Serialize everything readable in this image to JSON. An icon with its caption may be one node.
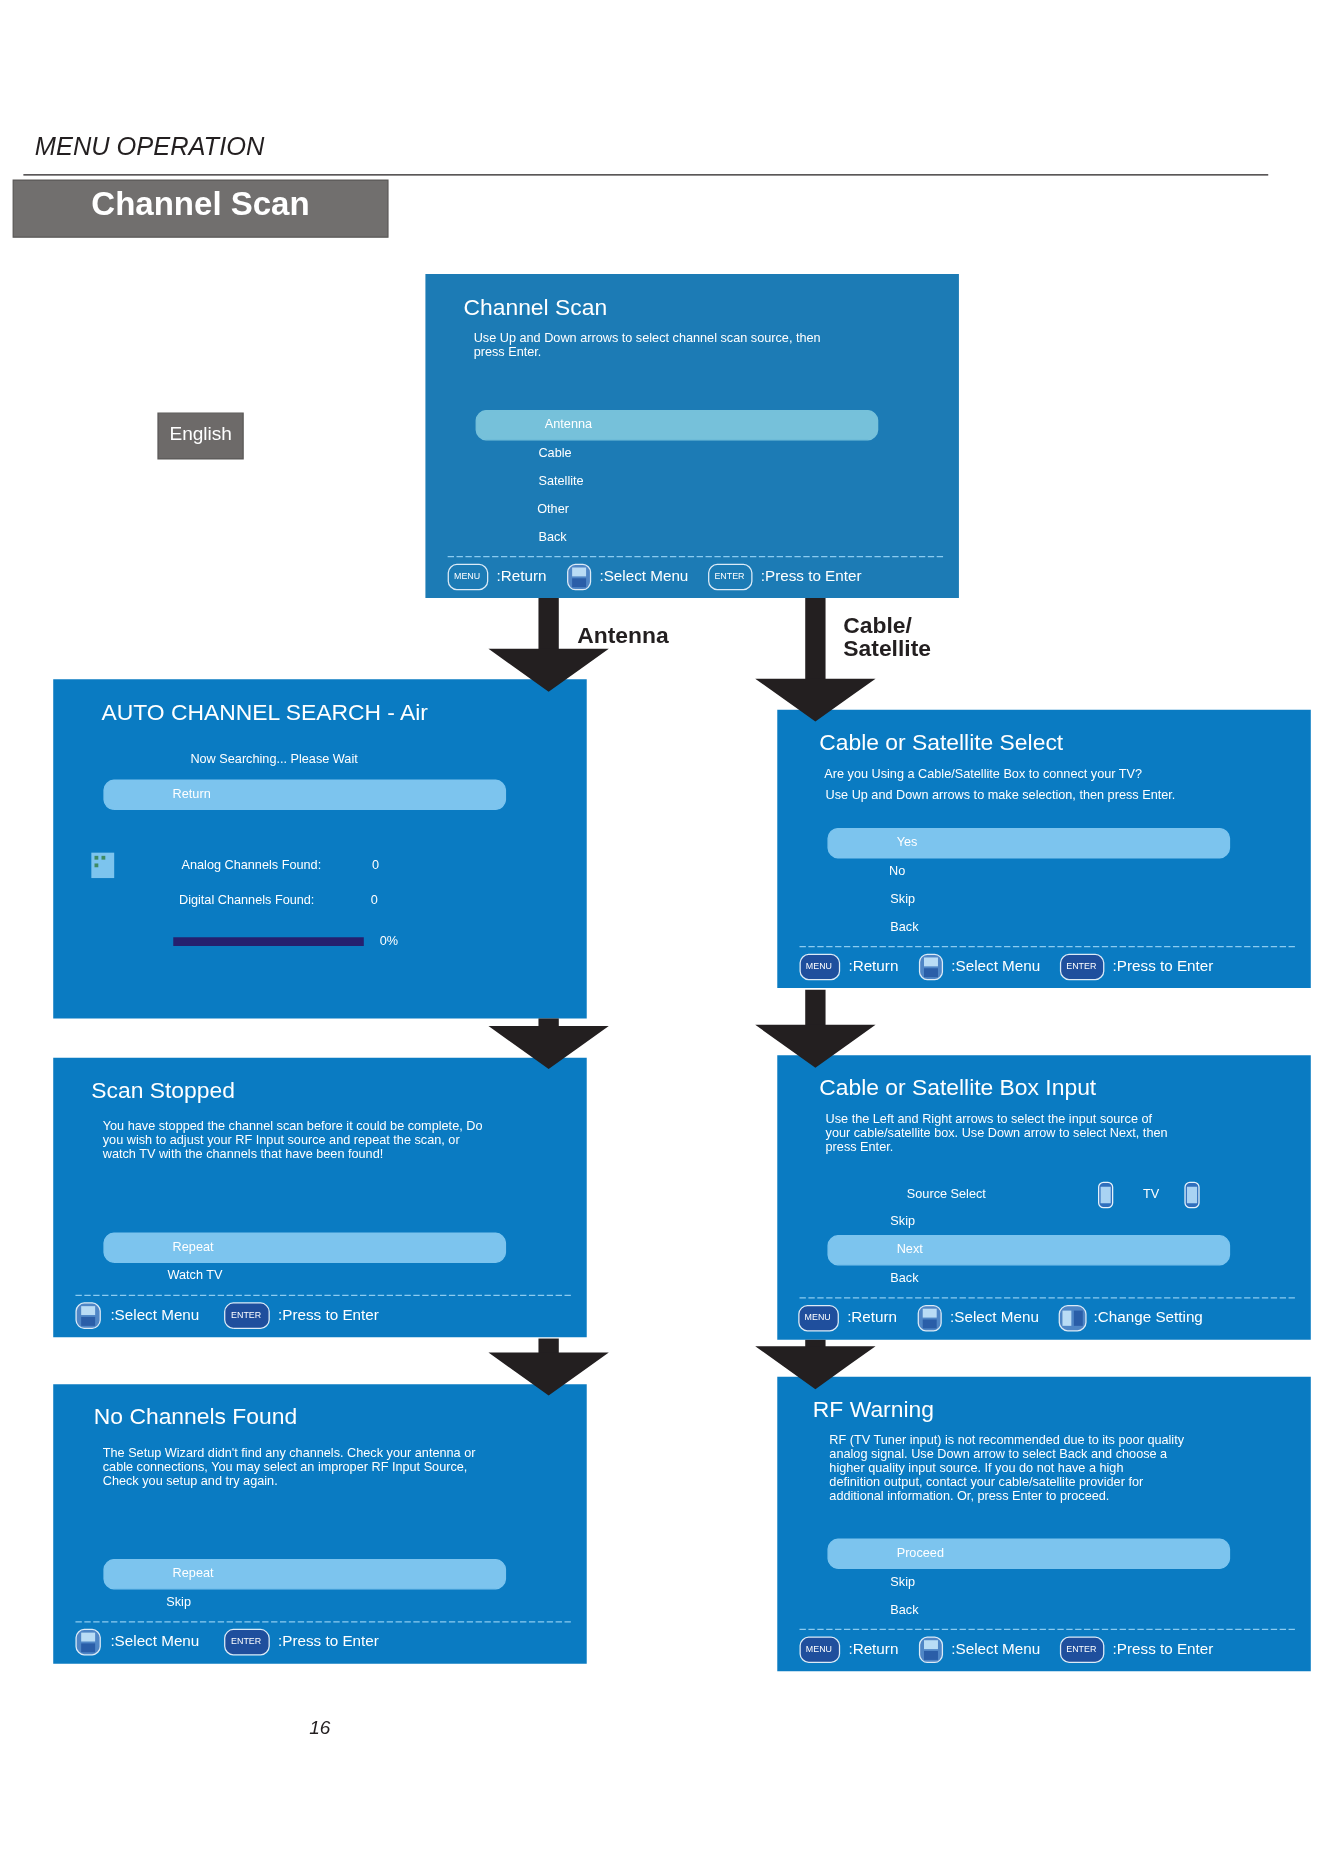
{
  "diagram": {
    "title": "MENU OPERATION",
    "nodes": [
      {
        "text": [
          "Channel Scan"
        ]
      },
      {
        "text": [
          "Channel Scan",
          "Use Up and Down arrows to select channel scan source, then press Enter.",
          "Antenna",
          "Cable",
          "Satellite",
          "Other",
          "Back",
          "MENU",
          ":Return",
          ":Select Menu",
          "ENTER",
          ":Press to Enter"
        ]
      },
      {
        "text": [
          "English"
        ]
      },
      {
        "text": [
          "AUTO CHANNEL SEARCH - Air",
          "Now Searching... Please Wait",
          "Return",
          "Analog Channels Found:",
          "0",
          "Digital Channels Found:",
          "0",
          "0%"
        ]
      },
      {
        "text": [
          "Cable or Satellite Select",
          "Are you Using a Cable/Satellite Box to connect your TV?",
          "Use Up and Down arrows to make selection, then press Enter.",
          "Yes",
          "No",
          "Skip",
          "Back",
          "MENU",
          ":Return",
          ":Select Menu",
          "ENTER",
          ":Press to Enter"
        ]
      },
      {
        "text": [
          "Scan Stopped",
          "You have stopped the channel scan before it could be complete, Do you wish to adjust your RF Input source and repeat the scan, or watch TV with the channels that have been found!",
          "Repeat",
          "Watch TV",
          ":Select Menu",
          "ENTER",
          ":Press to Enter"
        ]
      },
      {
        "text": [
          "Cable or Satellite Box Input",
          "Use the Left and Right arrows to select the input source of your cable/satellite box. Use Down arrow to select Next, then press Enter.",
          "Source Select",
          "TV",
          "Skip",
          "Next",
          "Back",
          "MENU",
          ":Return",
          ":Select Menu",
          ":Change Setting"
        ]
      },
      {
        "text": [
          "No Channels Found",
          "The Setup Wizard didn't find any channels. Check your antenna or cable connections, You may select an improper RF Input Source, Check you setup and try again.",
          "Repeat",
          "Skip",
          ":Select Menu",
          "ENTER",
          ":Press to Enter"
        ]
      },
      {
        "text": [
          "RF Warning",
          "RF (TV Tuner input) is not recommended due to its poor quality analog signal. Use Down arrow to select Back and choose a higher quality input source. If you do not have a high definition output, contact your cable/satellite provider for additional information. Or, press Enter to proceed.",
          "Proceed",
          "Skip",
          "Back",
          "MENU",
          ":Return",
          ":Select Menu",
          "ENTER",
          ":Press to Enter"
        ]
      }
    ],
    "edges": [
      {
        "from": 1,
        "to": 3,
        "arrow": "to",
        "label": "Antenna"
      },
      {
        "from": 1,
        "to": 4,
        "arrow": "to",
        "label": "Cable/ Satellite"
      },
      {
        "from": 3,
        "to": 5,
        "arrow": "to"
      },
      {
        "from": 4,
        "to": 6,
        "arrow": "to"
      },
      {
        "from": 5,
        "to": 7,
        "arrow": "to"
      },
      {
        "from": 6,
        "to": 8,
        "arrow": "to"
      }
    ],
    "labels": [
      "16"
    ]
  }
}
